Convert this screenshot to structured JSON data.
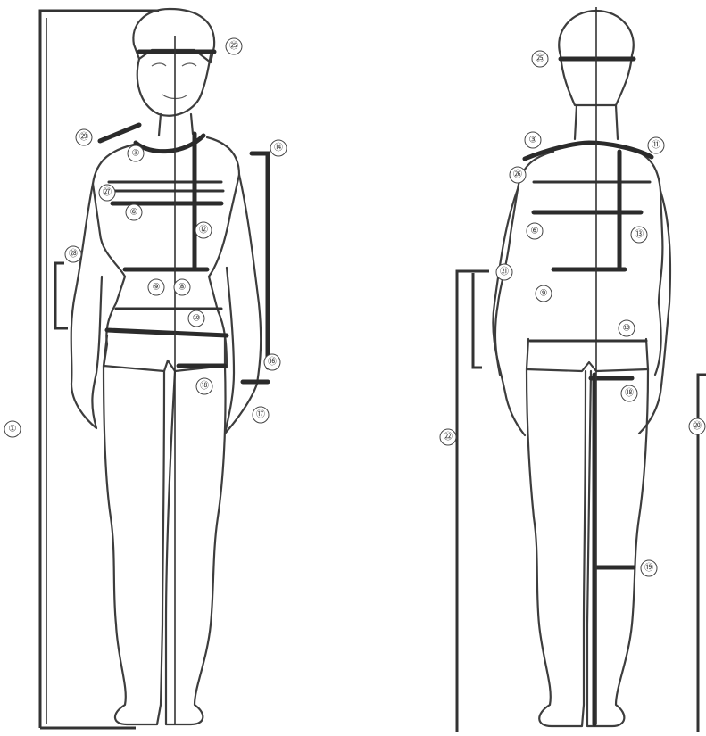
{
  "front_figure": {
    "markers": [
      {
        "id": "m25",
        "label": "㉕"
      },
      {
        "id": "m29",
        "label": "㉙"
      },
      {
        "id": "m3",
        "label": "③"
      },
      {
        "id": "m14",
        "label": "⑭"
      },
      {
        "id": "m27",
        "label": "㉗"
      },
      {
        "id": "m6",
        "label": "⑥"
      },
      {
        "id": "m12",
        "label": "⑫"
      },
      {
        "id": "m28",
        "label": "㉘"
      },
      {
        "id": "m9",
        "label": "⑨"
      },
      {
        "id": "m8",
        "label": "⑧"
      },
      {
        "id": "m10",
        "label": "⑩"
      },
      {
        "id": "m16",
        "label": "⑯"
      },
      {
        "id": "m18",
        "label": "⑱"
      },
      {
        "id": "m17",
        "label": "⑰"
      },
      {
        "id": "m1",
        "label": "①"
      }
    ]
  },
  "back_figure": {
    "markers": [
      {
        "id": "m25",
        "label": "㉕"
      },
      {
        "id": "m3",
        "label": "③"
      },
      {
        "id": "m11",
        "label": "⑪"
      },
      {
        "id": "m26",
        "label": "㉖"
      },
      {
        "id": "m6",
        "label": "⑥"
      },
      {
        "id": "m13",
        "label": "⑬"
      },
      {
        "id": "m21",
        "label": "㉑"
      },
      {
        "id": "m9",
        "label": "⑨"
      },
      {
        "id": "m10",
        "label": "⑩"
      },
      {
        "id": "m18",
        "label": "⑱"
      },
      {
        "id": "m22",
        "label": "㉒"
      },
      {
        "id": "m20",
        "label": "⑳"
      },
      {
        "id": "m19",
        "label": "⑲"
      }
    ]
  }
}
